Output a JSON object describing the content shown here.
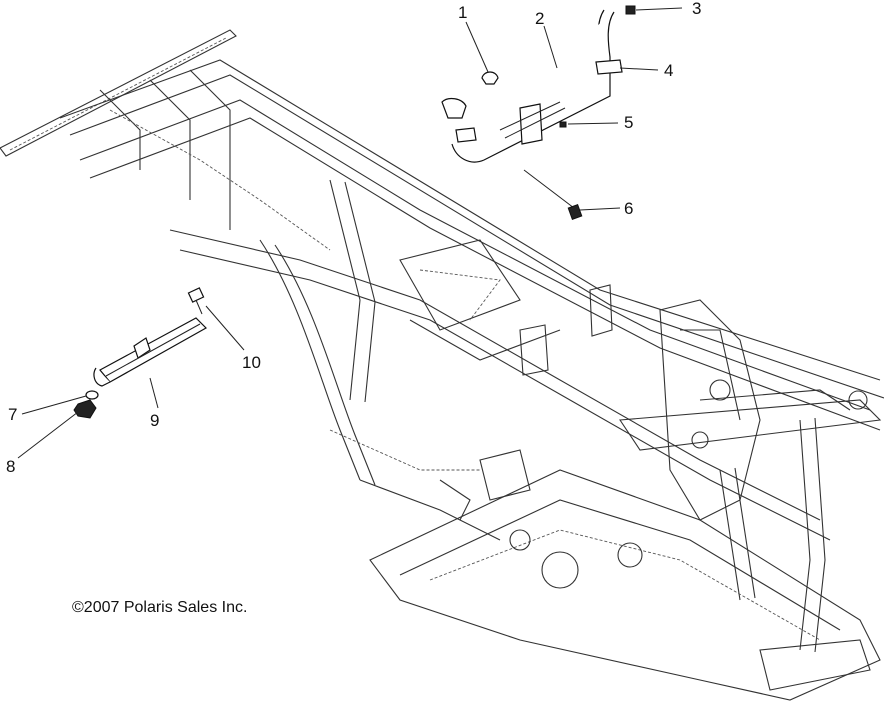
{
  "callouts": [
    {
      "id": "1",
      "label": "1"
    },
    {
      "id": "2",
      "label": "2"
    },
    {
      "id": "3",
      "label": "3"
    },
    {
      "id": "4",
      "label": "4"
    },
    {
      "id": "5",
      "label": "5"
    },
    {
      "id": "6",
      "label": "6"
    },
    {
      "id": "7",
      "label": "7"
    },
    {
      "id": "8",
      "label": "8"
    },
    {
      "id": "9",
      "label": "9"
    },
    {
      "id": "10",
      "label": "10"
    }
  ],
  "copyright": "©2007 Polaris Sales Inc."
}
